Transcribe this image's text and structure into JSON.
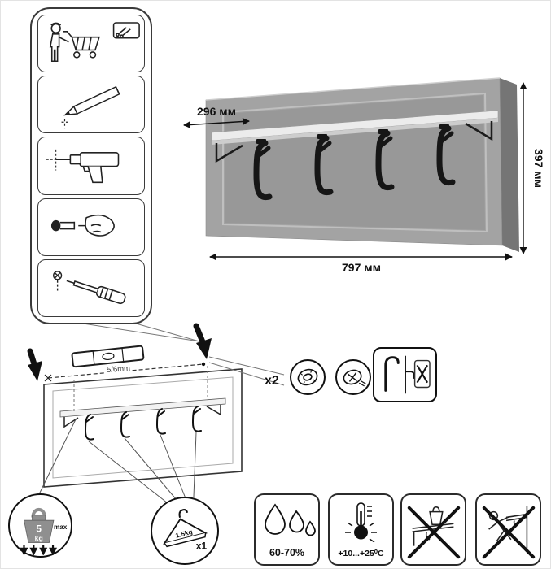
{
  "dimensions": {
    "depth": "296 мм",
    "height": "397 мм",
    "width": "797 мм"
  },
  "mounting": {
    "drill_size": "5/6mm",
    "fasteners_qty": "x2"
  },
  "load_limits": {
    "shelf_max_value": "5",
    "shelf_max_unit": "kg",
    "shelf_max_label": "max",
    "hook_max": "1.5kg",
    "hanger_qty": "x1"
  },
  "environment": {
    "humidity": "60-70%",
    "temperature": "+10...+25⁰C"
  },
  "icons": {
    "steps": [
      "person-cart-icon",
      "pencil-icon",
      "drill-icon",
      "wall-plug-icon",
      "screwdriver-icon"
    ],
    "hardware": [
      "wall-plug-front-icon",
      "screw-front-icon",
      "keyhole-hook-icon"
    ],
    "badges": [
      "weight-icon",
      "hanger-icon"
    ],
    "warnings": [
      "water-drops-icon",
      "thermometer-icon",
      "no-heavy-load-icon",
      "no-climbing-icon"
    ]
  }
}
